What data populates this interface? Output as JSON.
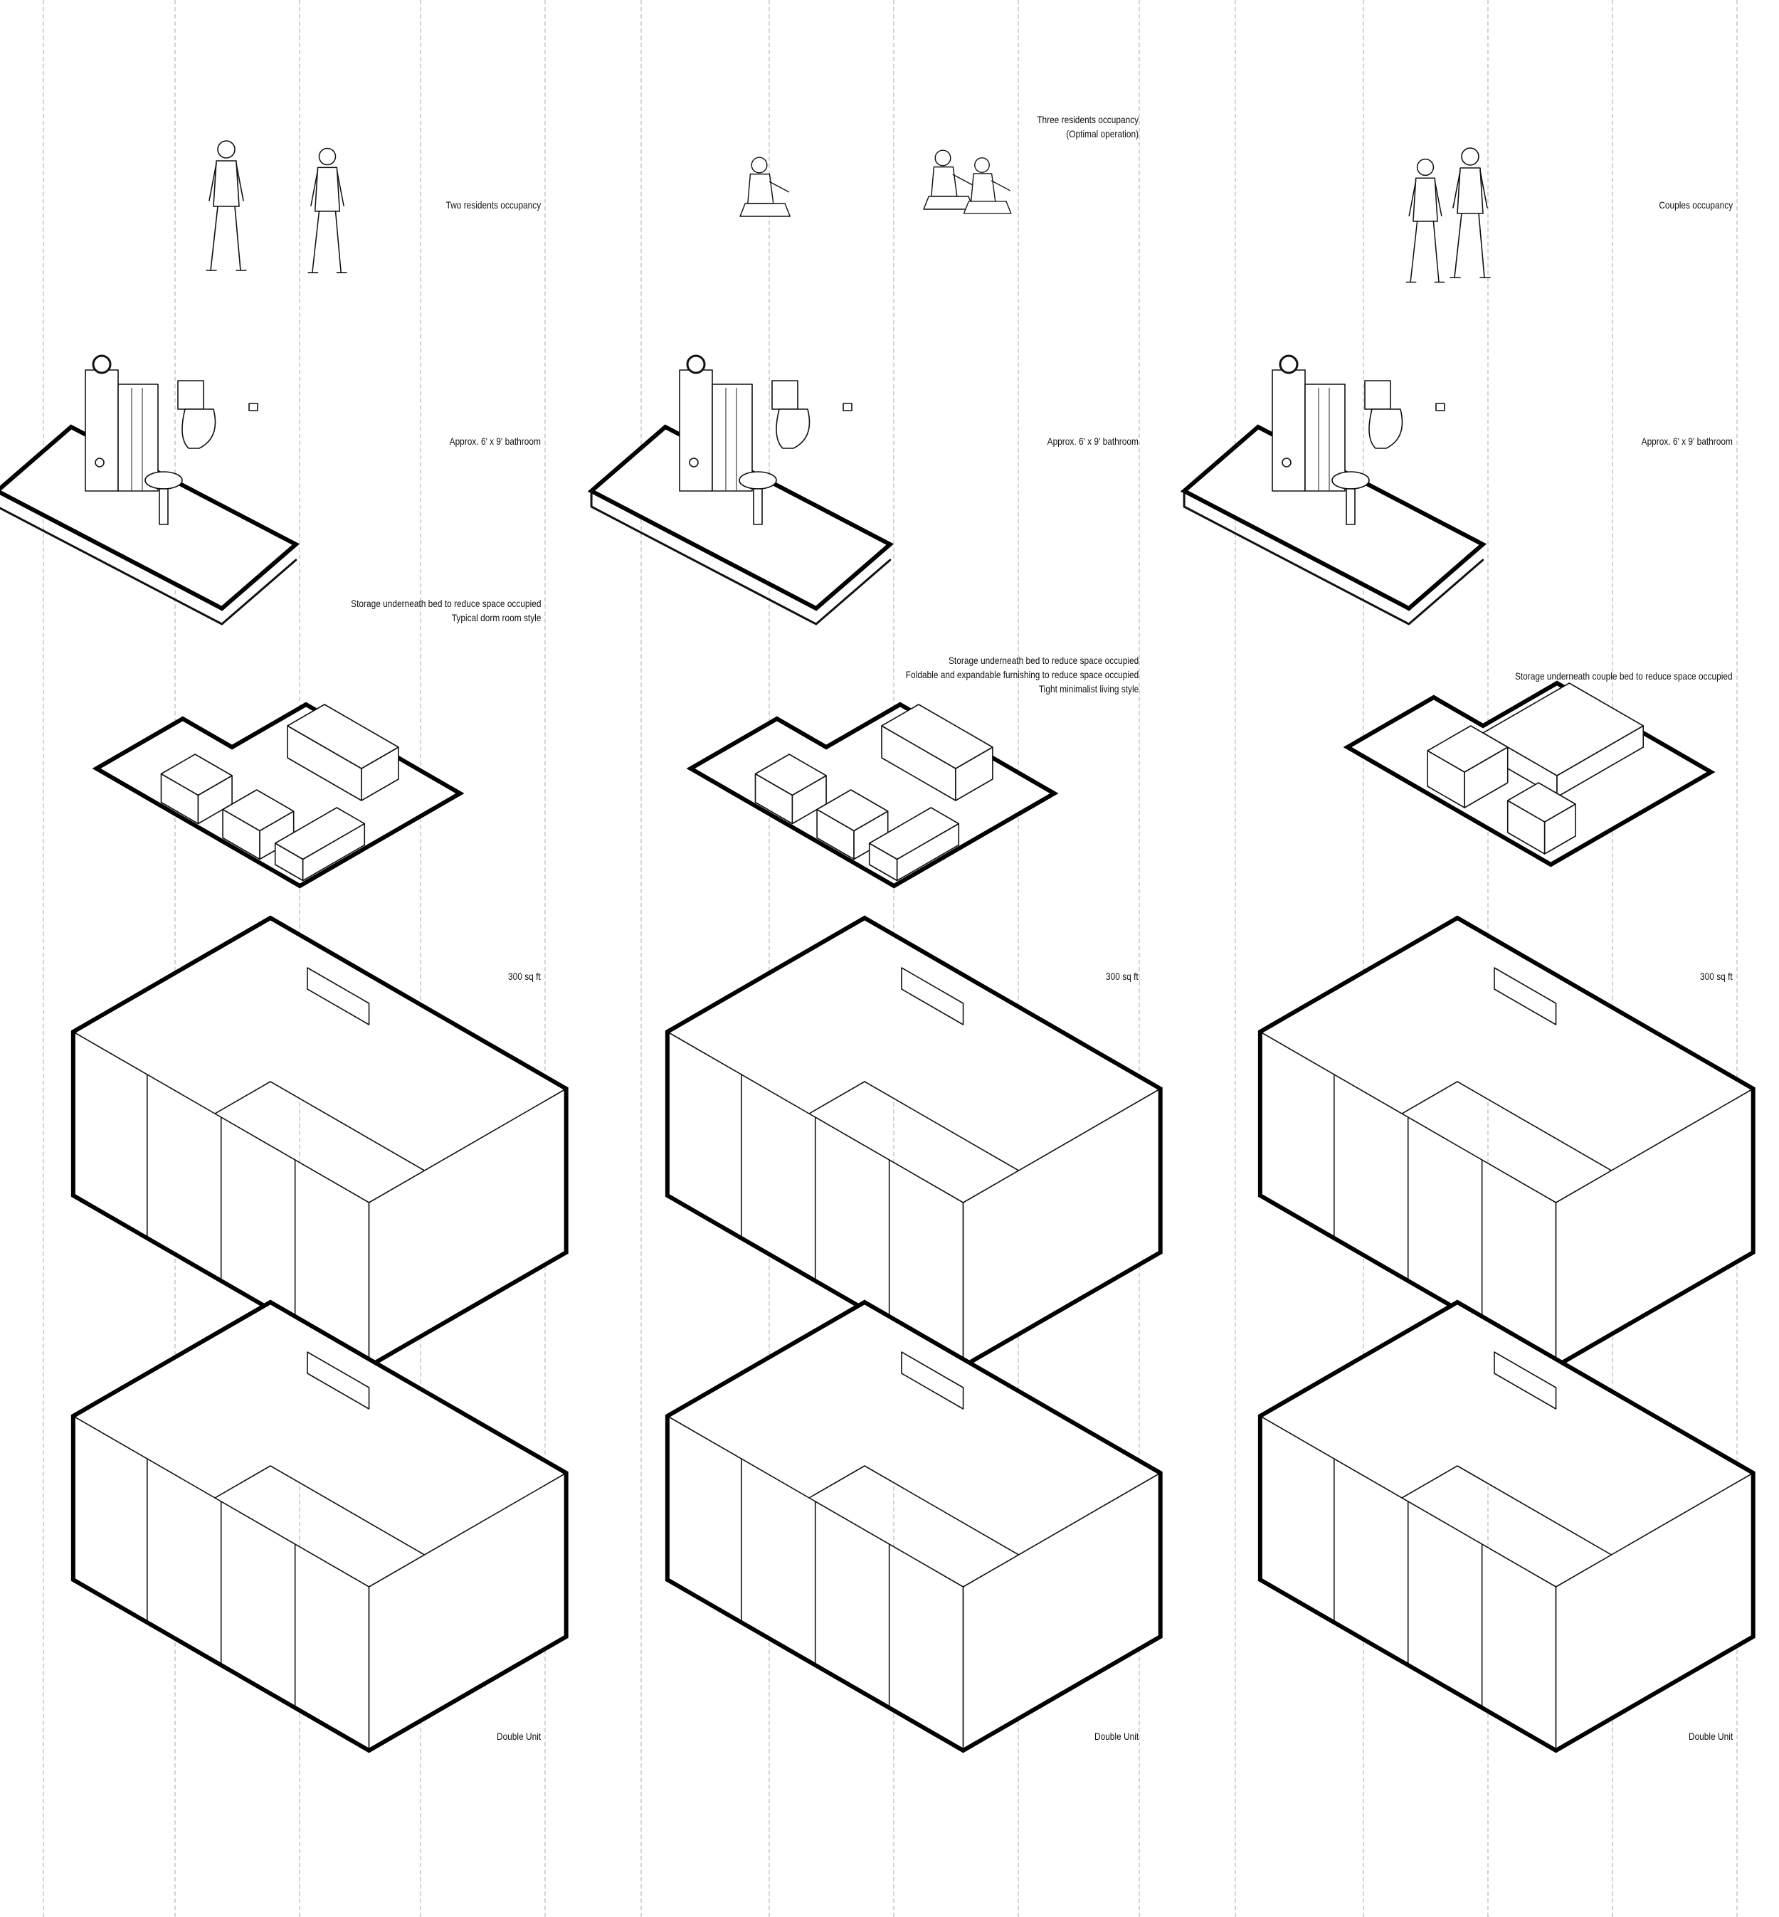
{
  "diagram": {
    "columns": [
      {
        "occupancy": [
          "Two residents occupancy"
        ],
        "bathroom": [
          "Approx. 6' x 9' bathroom"
        ],
        "furnishing": [
          "Storage underneath bed to reduce space occupied",
          "Typical dorm room style"
        ],
        "area": [
          "300 sq ft"
        ],
        "unit": [
          "Double Unit"
        ]
      },
      {
        "occupancy": [
          "Three residents occupancy",
          "(Optimal operation)"
        ],
        "bathroom": [
          "Approx. 6' x 9' bathroom"
        ],
        "furnishing": [
          "Storage underneath bed to reduce space occupied",
          "Foldable and expandable furnishing to reduce space occupied",
          "Tight minimalist living style"
        ],
        "area": [
          "300 sq ft"
        ],
        "unit": [
          "Double Unit"
        ]
      },
      {
        "occupancy": [
          "Couples occupancy"
        ],
        "bathroom": [
          "Approx. 6' x 9' bathroom"
        ],
        "furnishing": [
          "Storage underneath couple bed to reduce space occupied"
        ],
        "area": [
          "300 sq ft"
        ],
        "unit": [
          "Double Unit"
        ]
      }
    ]
  }
}
